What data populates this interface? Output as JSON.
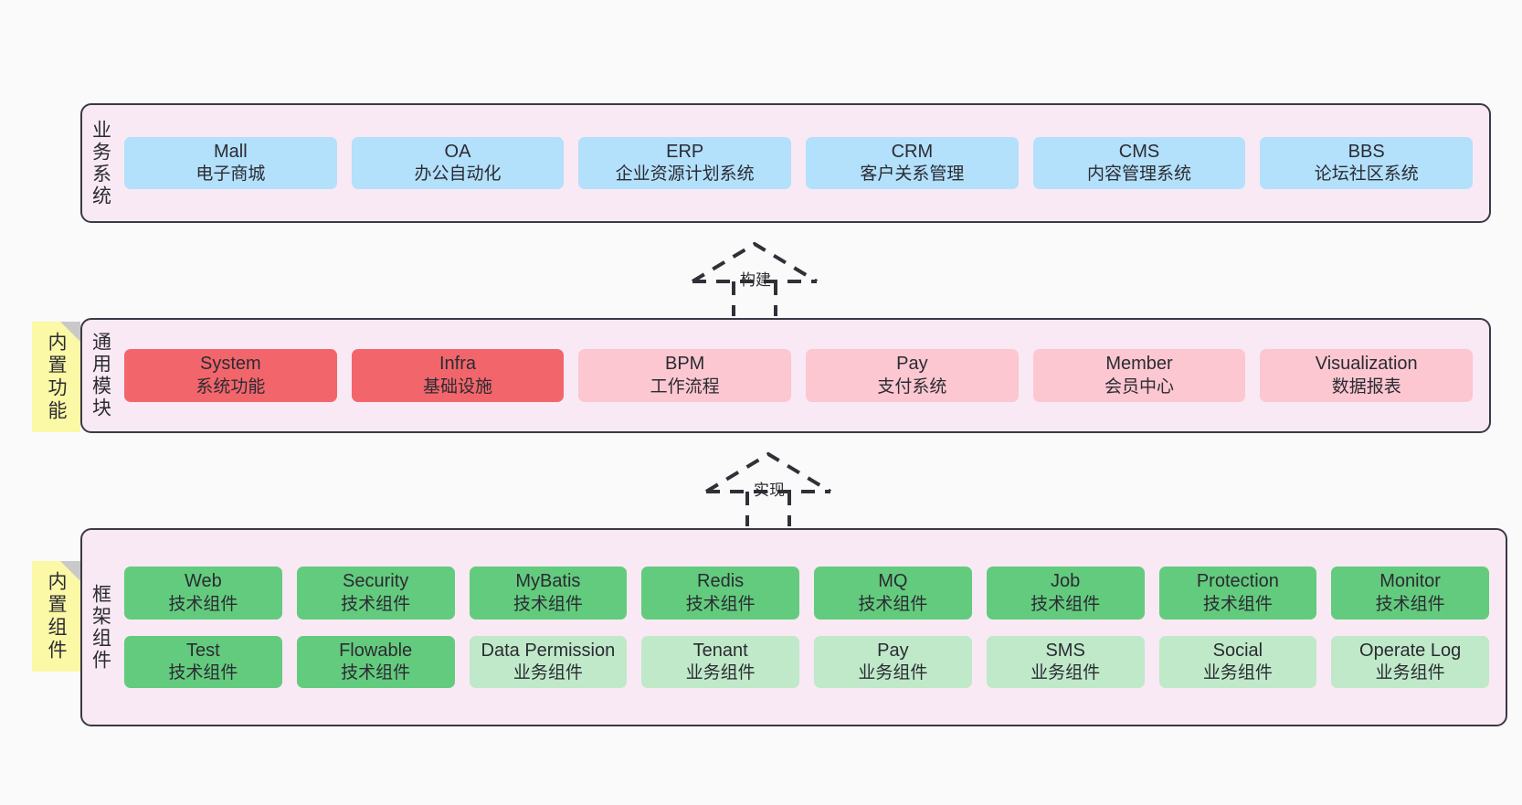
{
  "diagram": {
    "background_color": "#fafafa",
    "layer_fill": "#f8e9f4",
    "layer_border": "#3a3a44",
    "note_color": "#fbf8a6"
  },
  "layers": [
    {
      "id": "business-systems",
      "title": "业务系统",
      "rows": [
        {
          "style": "blue",
          "cells": [
            {
              "name": "Mall",
              "desc": "电子商城"
            },
            {
              "name": "OA",
              "desc": "办公自动化"
            },
            {
              "name": "ERP",
              "desc": "企业资源计划系统"
            },
            {
              "name": "CRM",
              "desc": "客户关系管理"
            },
            {
              "name": "CMS",
              "desc": "内容管理系统"
            },
            {
              "name": "BBS",
              "desc": "论坛社区系统"
            }
          ]
        }
      ]
    },
    {
      "id": "common-modules",
      "title": "通用模块",
      "note": "内置功能",
      "rows": [
        {
          "cells": [
            {
              "name": "System",
              "desc": "系统功能",
              "style": "red"
            },
            {
              "name": "Infra",
              "desc": "基础设施",
              "style": "red"
            },
            {
              "name": "BPM",
              "desc": "工作流程",
              "style": "pink"
            },
            {
              "name": "Pay",
              "desc": "支付系统",
              "style": "pink"
            },
            {
              "name": "Member",
              "desc": "会员中心",
              "style": "pink"
            },
            {
              "name": "Visualization",
              "desc": "数据报表",
              "style": "pink"
            }
          ]
        }
      ]
    },
    {
      "id": "framework-components",
      "title": "框架组件",
      "note": "内置组件",
      "rows": [
        {
          "cells": [
            {
              "name": "Web",
              "desc": "技术组件",
              "style": "green"
            },
            {
              "name": "Security",
              "desc": "技术组件",
              "style": "green"
            },
            {
              "name": "MyBatis",
              "desc": "技术组件",
              "style": "green"
            },
            {
              "name": "Redis",
              "desc": "技术组件",
              "style": "green"
            },
            {
              "name": "MQ",
              "desc": "技术组件",
              "style": "green"
            },
            {
              "name": "Job",
              "desc": "技术组件",
              "style": "green"
            },
            {
              "name": "Protection",
              "desc": "技术组件",
              "style": "green"
            },
            {
              "name": "Monitor",
              "desc": "技术组件",
              "style": "green"
            }
          ]
        },
        {
          "cells": [
            {
              "name": "Test",
              "desc": "技术组件",
              "style": "green"
            },
            {
              "name": "Flowable",
              "desc": "技术组件",
              "style": "green"
            },
            {
              "name": "Data Permission",
              "desc": "业务组件",
              "style": "greenlight"
            },
            {
              "name": "Tenant",
              "desc": "业务组件",
              "style": "greenlight"
            },
            {
              "name": "Pay",
              "desc": "业务组件",
              "style": "greenlight"
            },
            {
              "name": "SMS",
              "desc": "业务组件",
              "style": "greenlight"
            },
            {
              "name": "Social",
              "desc": "业务组件",
              "style": "greenlight"
            },
            {
              "name": "Operate Log",
              "desc": "业务组件",
              "style": "greenlight"
            }
          ]
        }
      ]
    }
  ],
  "connectors": [
    {
      "id": "build",
      "label": "构建"
    },
    {
      "id": "implement",
      "label": "实现"
    }
  ]
}
